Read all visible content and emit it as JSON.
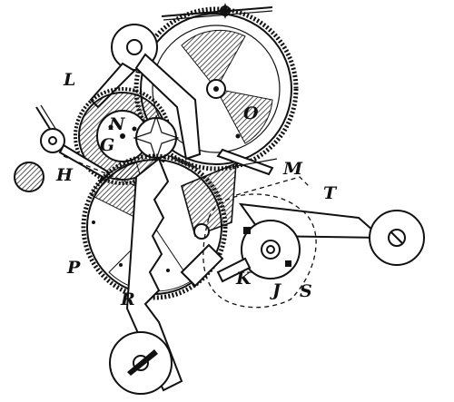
{
  "diagram": {
    "labels": [
      {
        "id": "L",
        "text": "L"
      },
      {
        "id": "N",
        "text": "N"
      },
      {
        "id": "G",
        "text": "G"
      },
      {
        "id": "O",
        "text": "O"
      },
      {
        "id": "H",
        "text": "H"
      },
      {
        "id": "M",
        "text": "M"
      },
      {
        "id": "T",
        "text": "T"
      },
      {
        "id": "P",
        "text": "P"
      },
      {
        "id": "K",
        "text": "K"
      },
      {
        "id": "J",
        "text": "J"
      },
      {
        "id": "S",
        "text": "S"
      },
      {
        "id": "R",
        "text": "R"
      }
    ]
  }
}
